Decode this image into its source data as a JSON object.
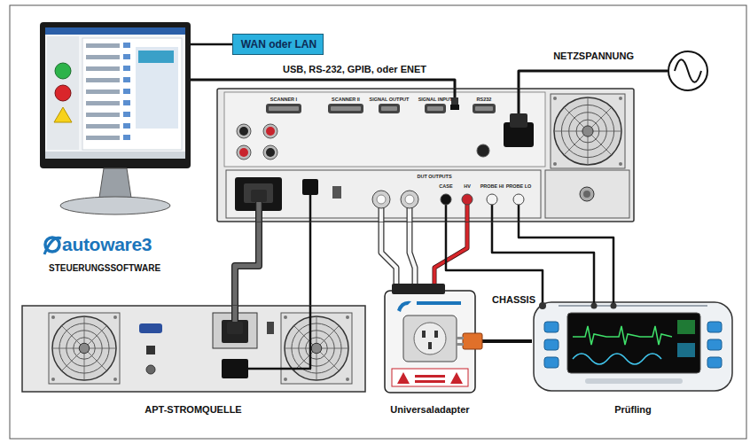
{
  "diagram": {
    "nodes": [
      {
        "text": [
          "autoware3",
          "STEUERUNGSSOFTWARE"
        ]
      },
      {
        "text": [
          "WAN oder LAN"
        ]
      },
      {
        "text": [
          "NETZSPANNUNG"
        ]
      },
      {
        "text": [
          "SCANNER I",
          "SCANNER II",
          "SIGNAL OUTPUT",
          "SIGNAL INPUT",
          "RS232",
          "DUT OUTPUTS",
          "CASE",
          "HV",
          "PROBE HI",
          "PROBE LO"
        ]
      },
      {
        "text": [
          "APT-STROMQUELLE"
        ]
      },
      {
        "text": [
          "Universaladapter"
        ]
      },
      {
        "text": [
          "Prüfling"
        ]
      }
    ],
    "edges": [
      {
        "from": 0,
        "to": 1,
        "arrow": "none"
      },
      {
        "from": 0,
        "to": 3,
        "label": "USB, RS-232, GPIB, oder ENET",
        "arrow": "none"
      },
      {
        "from": 2,
        "to": 3,
        "arrow": "none"
      },
      {
        "from": 3,
        "to": 4,
        "arrow": "none"
      },
      {
        "from": 3,
        "to": 4,
        "arrow": "none"
      },
      {
        "from": 3,
        "to": 5,
        "arrow": "none"
      },
      {
        "from": 3,
        "to": 5,
        "arrow": "none"
      },
      {
        "from": 3,
        "to": 5,
        "arrow": "none"
      },
      {
        "from": 3,
        "to": 6,
        "label": "CHASSIS",
        "arrow": "none"
      },
      {
        "from": 3,
        "to": 6,
        "arrow": "none"
      },
      {
        "from": 3,
        "to": 6,
        "arrow": "none"
      },
      {
        "from": 5,
        "to": 6,
        "arrow": "none"
      }
    ]
  }
}
